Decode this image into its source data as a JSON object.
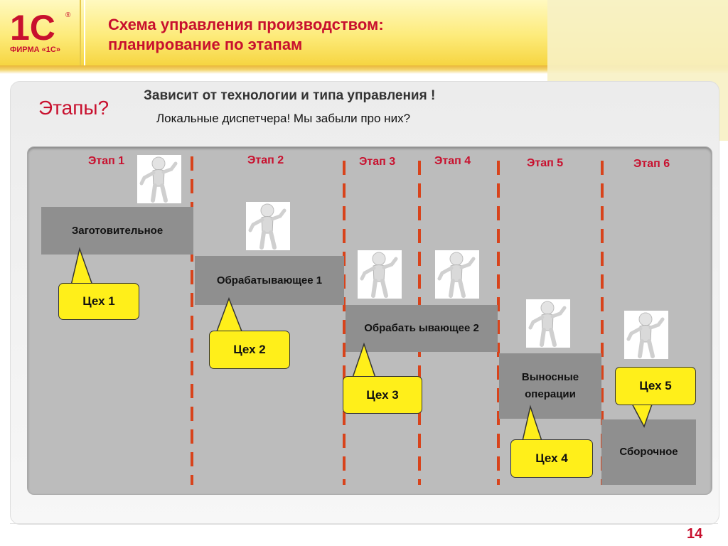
{
  "header": {
    "title_line1": "Схема управления производством:",
    "title_line2": "планирование по этапам",
    "logo_text": "ФИРМА «1С»",
    "logo_mark": "1С"
  },
  "intro": {
    "question": "Этапы?",
    "subtitle1": "Зависит от технологии и типа управления !",
    "subtitle2": "Локальные диспетчера! Мы забыли про них?"
  },
  "stages": [
    "Этап 1",
    "Этап 2",
    "Этап 3",
    "Этап 4",
    "Этап 5",
    "Этап 6"
  ],
  "blocks": {
    "zagot": "Заготовительное",
    "obr1": "Обрабатывающее 1",
    "obr2": "Обрабать ывающее 2",
    "vynos": "Выносные операции",
    "sbor": "Сборочное"
  },
  "callouts": [
    "Цех 1",
    "Цех 2",
    "Цех 3",
    "Цех 4",
    "Цех 5"
  ],
  "page_number": "14",
  "colors": {
    "accent": "#c8102e",
    "divider": "#d8431b",
    "callout": "#ffef1a",
    "block": "#8f8f8f"
  },
  "icons": {
    "person": "person-figure-icon"
  }
}
